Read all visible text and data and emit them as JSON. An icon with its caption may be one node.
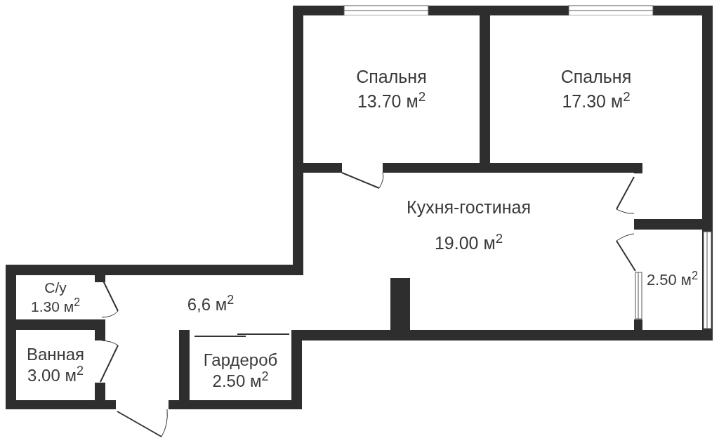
{
  "diagram": {
    "nodes": [
      {
        "text": [
          "Спальня",
          "13.70 м$^{2}$"
        ]
      },
      {
        "text": [
          "Спальня",
          "17.30 м$^{2}$"
        ]
      },
      {
        "text": [
          "Кухня-гостиная",
          "19.00 м$^{2}$"
        ]
      },
      {
        "text": [
          "2.50 м$^{2}$"
        ]
      },
      {
        "text": [
          "С/у",
          "1.30 м$^{2}$"
        ]
      },
      {
        "text": [
          "6,6 м$^{2}$"
        ]
      },
      {
        "text": [
          "Ванная",
          "3.00 м$^{2}$"
        ]
      },
      {
        "text": [
          "Гардероб",
          "2.50 м$^{2}$"
        ]
      }
    ]
  }
}
